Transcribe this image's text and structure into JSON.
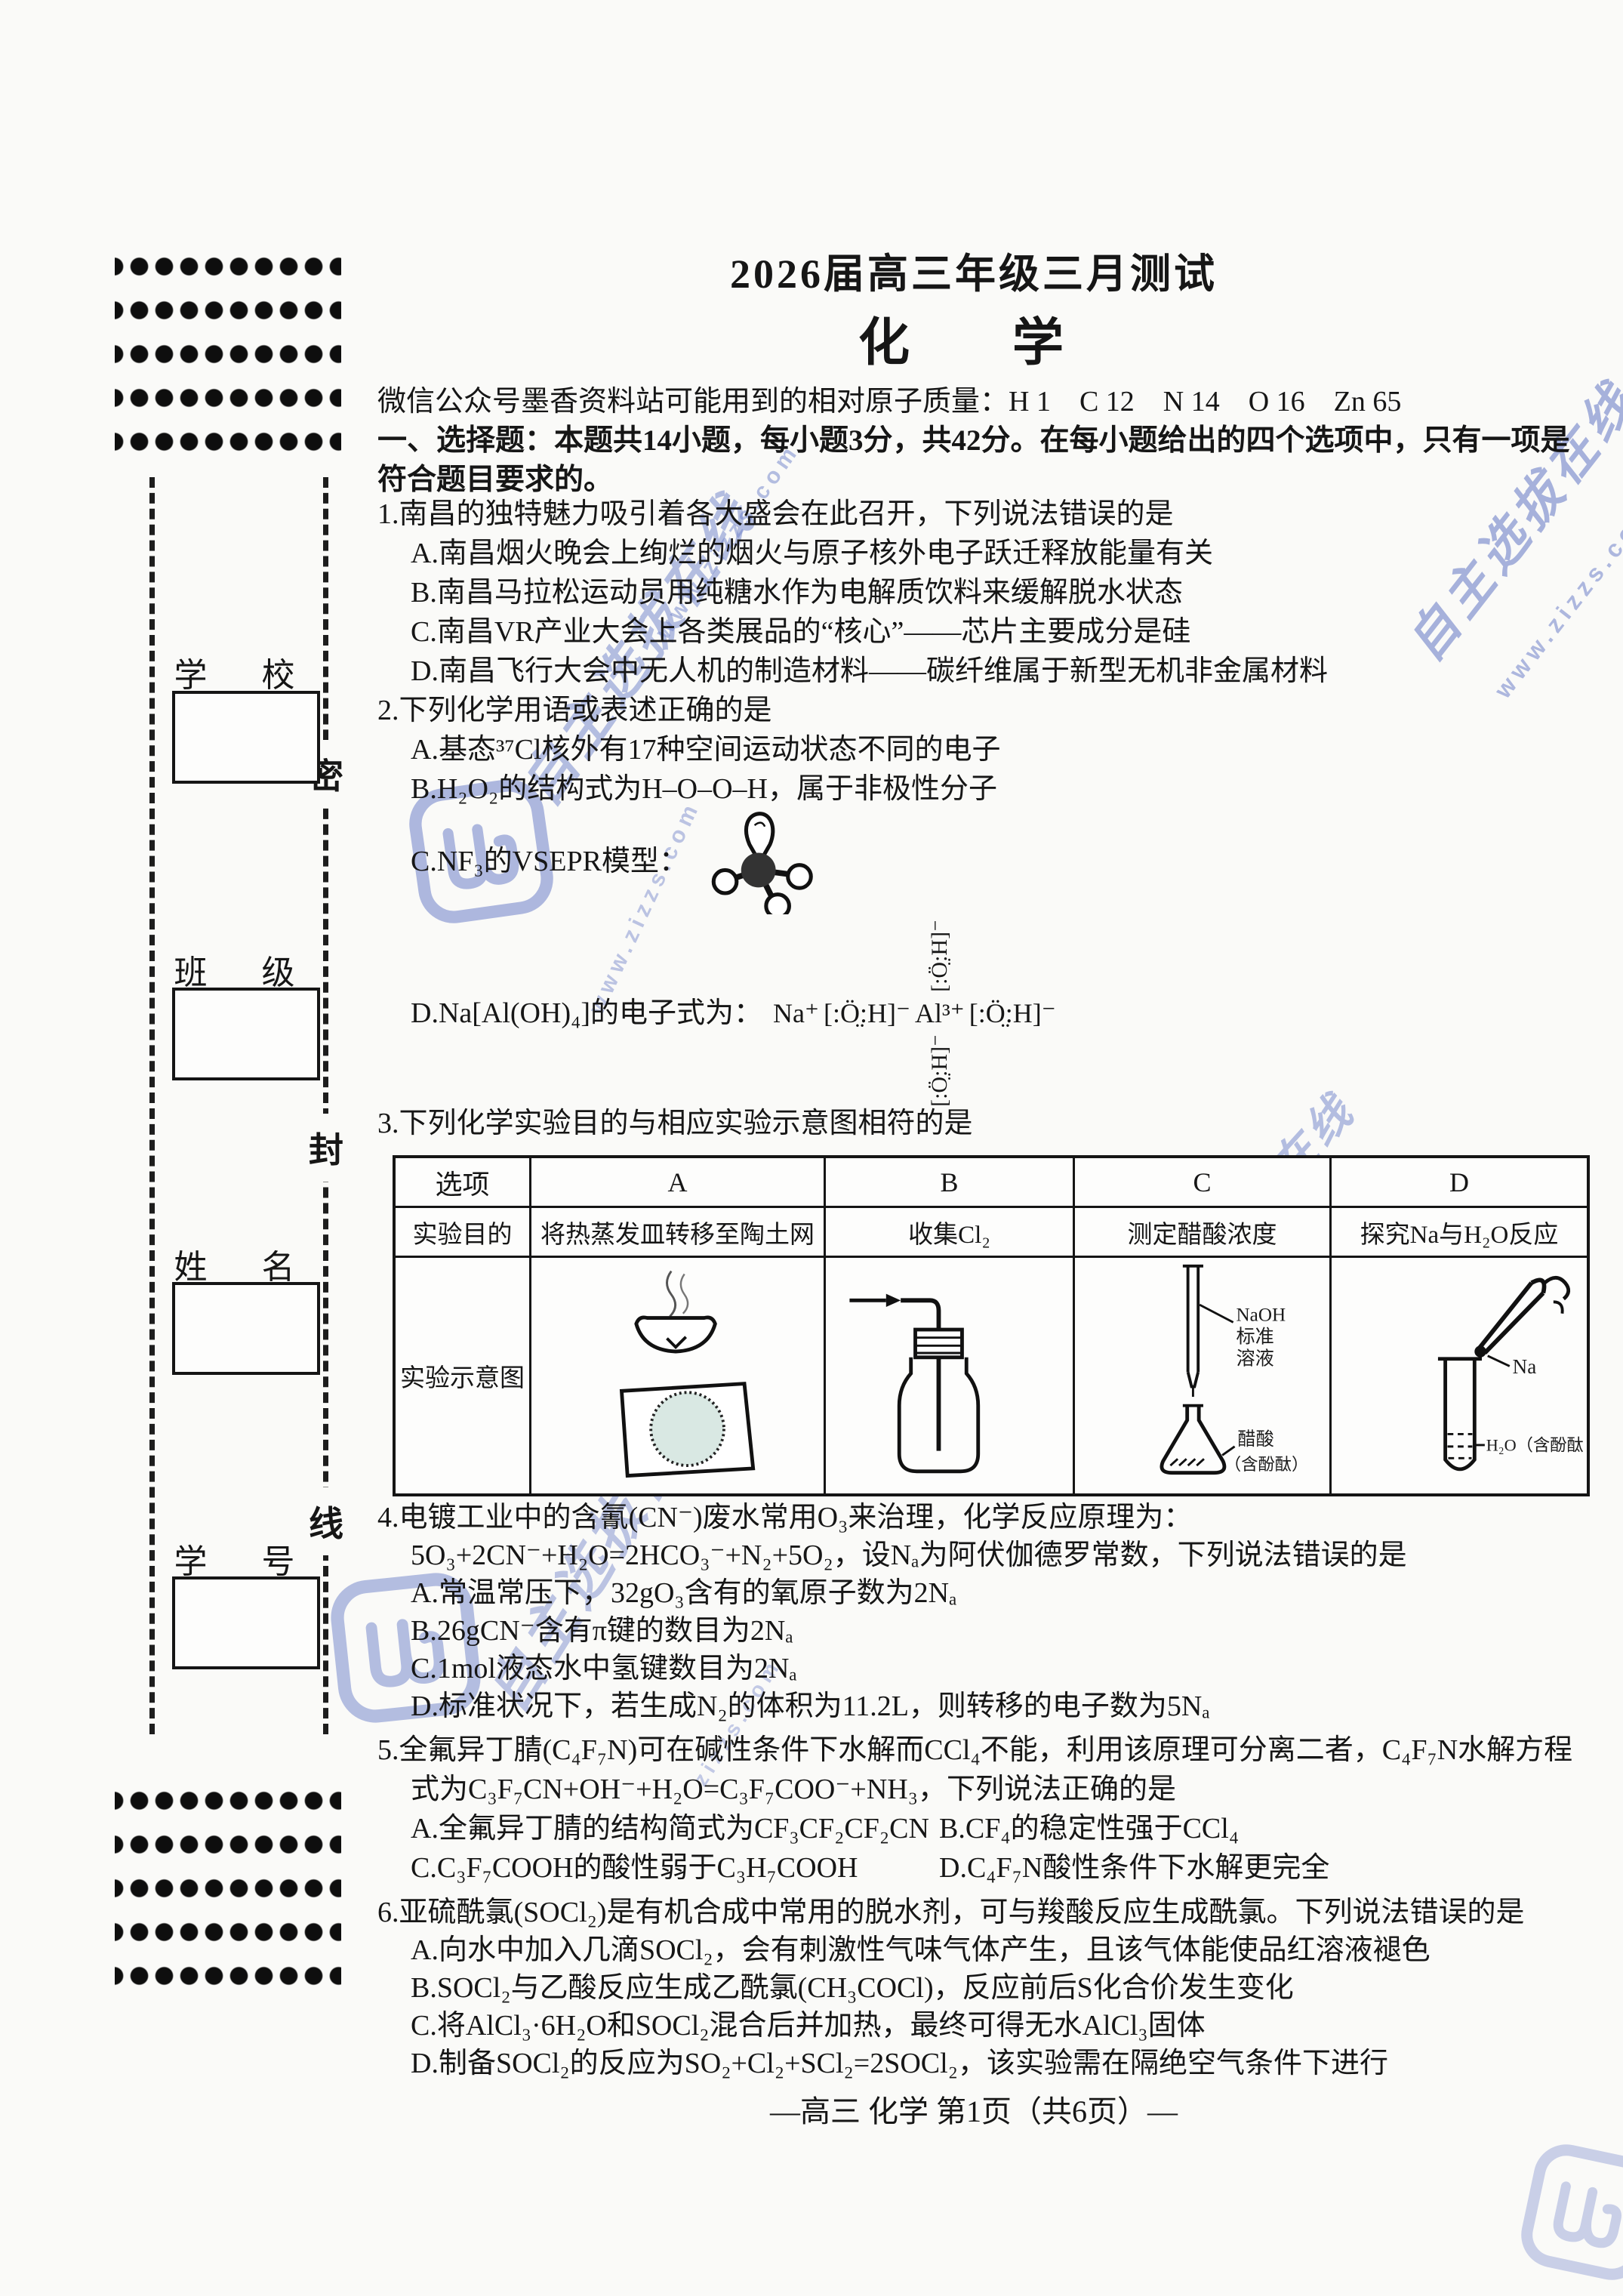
{
  "header": {
    "title": "2026届高三年级三月测试",
    "subject": "化　学",
    "mass_note": "微信公众号墨香资料站可能用到的相对原子质量：H 1　C 12　N 14　O 16　Zn 65",
    "intro_line1": "一、选择题：本题共14小题，每小题3分，共42分。在每小题给出的四个选项中，只有一项是",
    "intro_line2": "符合题目要求的。"
  },
  "sidebar": {
    "school_label": "学　校",
    "class_label": "班　级",
    "name_label": "姓　名",
    "number_label": "学　号",
    "seal": [
      "密",
      "封",
      "线"
    ]
  },
  "q1": {
    "stem": "1.南昌的独特魅力吸引着各大盛会在此召开，下列说法错误的是",
    "a": "A.南昌烟火晚会上绚烂的烟火与原子核外电子跃迁释放能量有关",
    "b": "B.南昌马拉松运动员用纯糖水作为电解质饮料来缓解脱水状态",
    "c": "C.南昌VR产业大会上各类展品的“核心”——芯片主要成分是硅",
    "d": "D.南昌飞行大会中无人机的制造材料——碳纤维属于新型无机非金属材料"
  },
  "q2": {
    "stem": "2.下列化学用语或表述正确的是",
    "a": "A.基态³⁷Cl核外有17种空间运动状态不同的电子",
    "b": "B.H₂O₂的结构式为H–O–O–H，属于非极性分子",
    "c_label": "C.NF₃的VSEPR模型：",
    "d_label": "D.Na[Al(OH)₄]的电子式为：",
    "ef_na": "Na⁺",
    "ef_oh": "[:Ö̤:H]⁻",
    "ef_al": "Al³⁺"
  },
  "q3": {
    "stem": "3.下列化学实验目的与相应实验示意图相符的是",
    "headers": [
      "选项",
      "A",
      "B",
      "C",
      "D"
    ],
    "purpose_label": "实验目的",
    "purposes": [
      "将热蒸发皿转移至陶土网",
      "收集Cl₂",
      "测定醋酸浓度",
      "探究Na与H₂O反应"
    ],
    "diagram_label": "实验示意图",
    "naoh": [
      "NaOH",
      "标准",
      "溶液"
    ],
    "acetic": [
      "醋酸",
      "（含酚酞）"
    ],
    "na": "Na",
    "water": "H₂O（含酚酞）"
  },
  "q4": {
    "stem": "4.电镀工业中的含氰(CN⁻)废水常用O₃来治理，化学反应原理为：",
    "equation": "5O₃+2CN⁻+H₂O=2HCO₃⁻+N₂+5O₂，设Nₐ为阿伏伽德罗常数，下列说法错误的是",
    "a": "A.常温常压下，32gO₃含有的氧原子数为2Nₐ",
    "b": "B.26gCN⁻含有π键的数目为2Nₐ",
    "c": "C.1mol液态水中氢键数目为2Nₐ",
    "d": "D.标准状况下，若生成N₂的体积为11.2L，则转移的电子数为5Nₐ"
  },
  "q5": {
    "stem_line1": "5.全氟异丁腈(C₄F₇N)可在碱性条件下水解而CCl₄不能，利用该原理可分离二者，C₄F₇N水解方程",
    "stem_line2": "式为C₃F₇CN+OH⁻+H₂O=C₃F₇COO⁻+NH₃，下列说法正确的是",
    "a": "A.全氟异丁腈的结构简式为CF₃CF₂CF₂CN",
    "b": "B.CF₄的稳定性强于CCl₄",
    "c": "C.C₃F₇COOH的酸性弱于C₃H₇COOH",
    "d": "D.C₄F₇N酸性条件下水解更完全"
  },
  "q6": {
    "stem": "6.亚硫酰氯(SOCl₂)是有机合成中常用的脱水剂，可与羧酸反应生成酰氯。下列说法错误的是",
    "a": "A.向水中加入几滴SOCl₂，会有刺激性气味气体产生，且该气体能使品红溶液褪色",
    "b": "B.SOCl₂与乙酸反应生成乙酰氯(CH₃COCl)，反应前后S化合价发生变化",
    "c": "C.将AlCl₃·6H₂O和SOCl₂混合后并加热，最终可得无水AlCl₃固体",
    "d": "D.制备SOCl₂的反应为SO₂+Cl₂+SCl₂=2SOCl₂，该实验需在隔绝空气条件下进行"
  },
  "footer": "—高三 化学 第1页（共6页）—",
  "watermark": {
    "brand_text": "自主选拔在线",
    "url_text": "www.zizzs.com",
    "url_short": "zizzs.com",
    "color": "#6f81c9"
  }
}
